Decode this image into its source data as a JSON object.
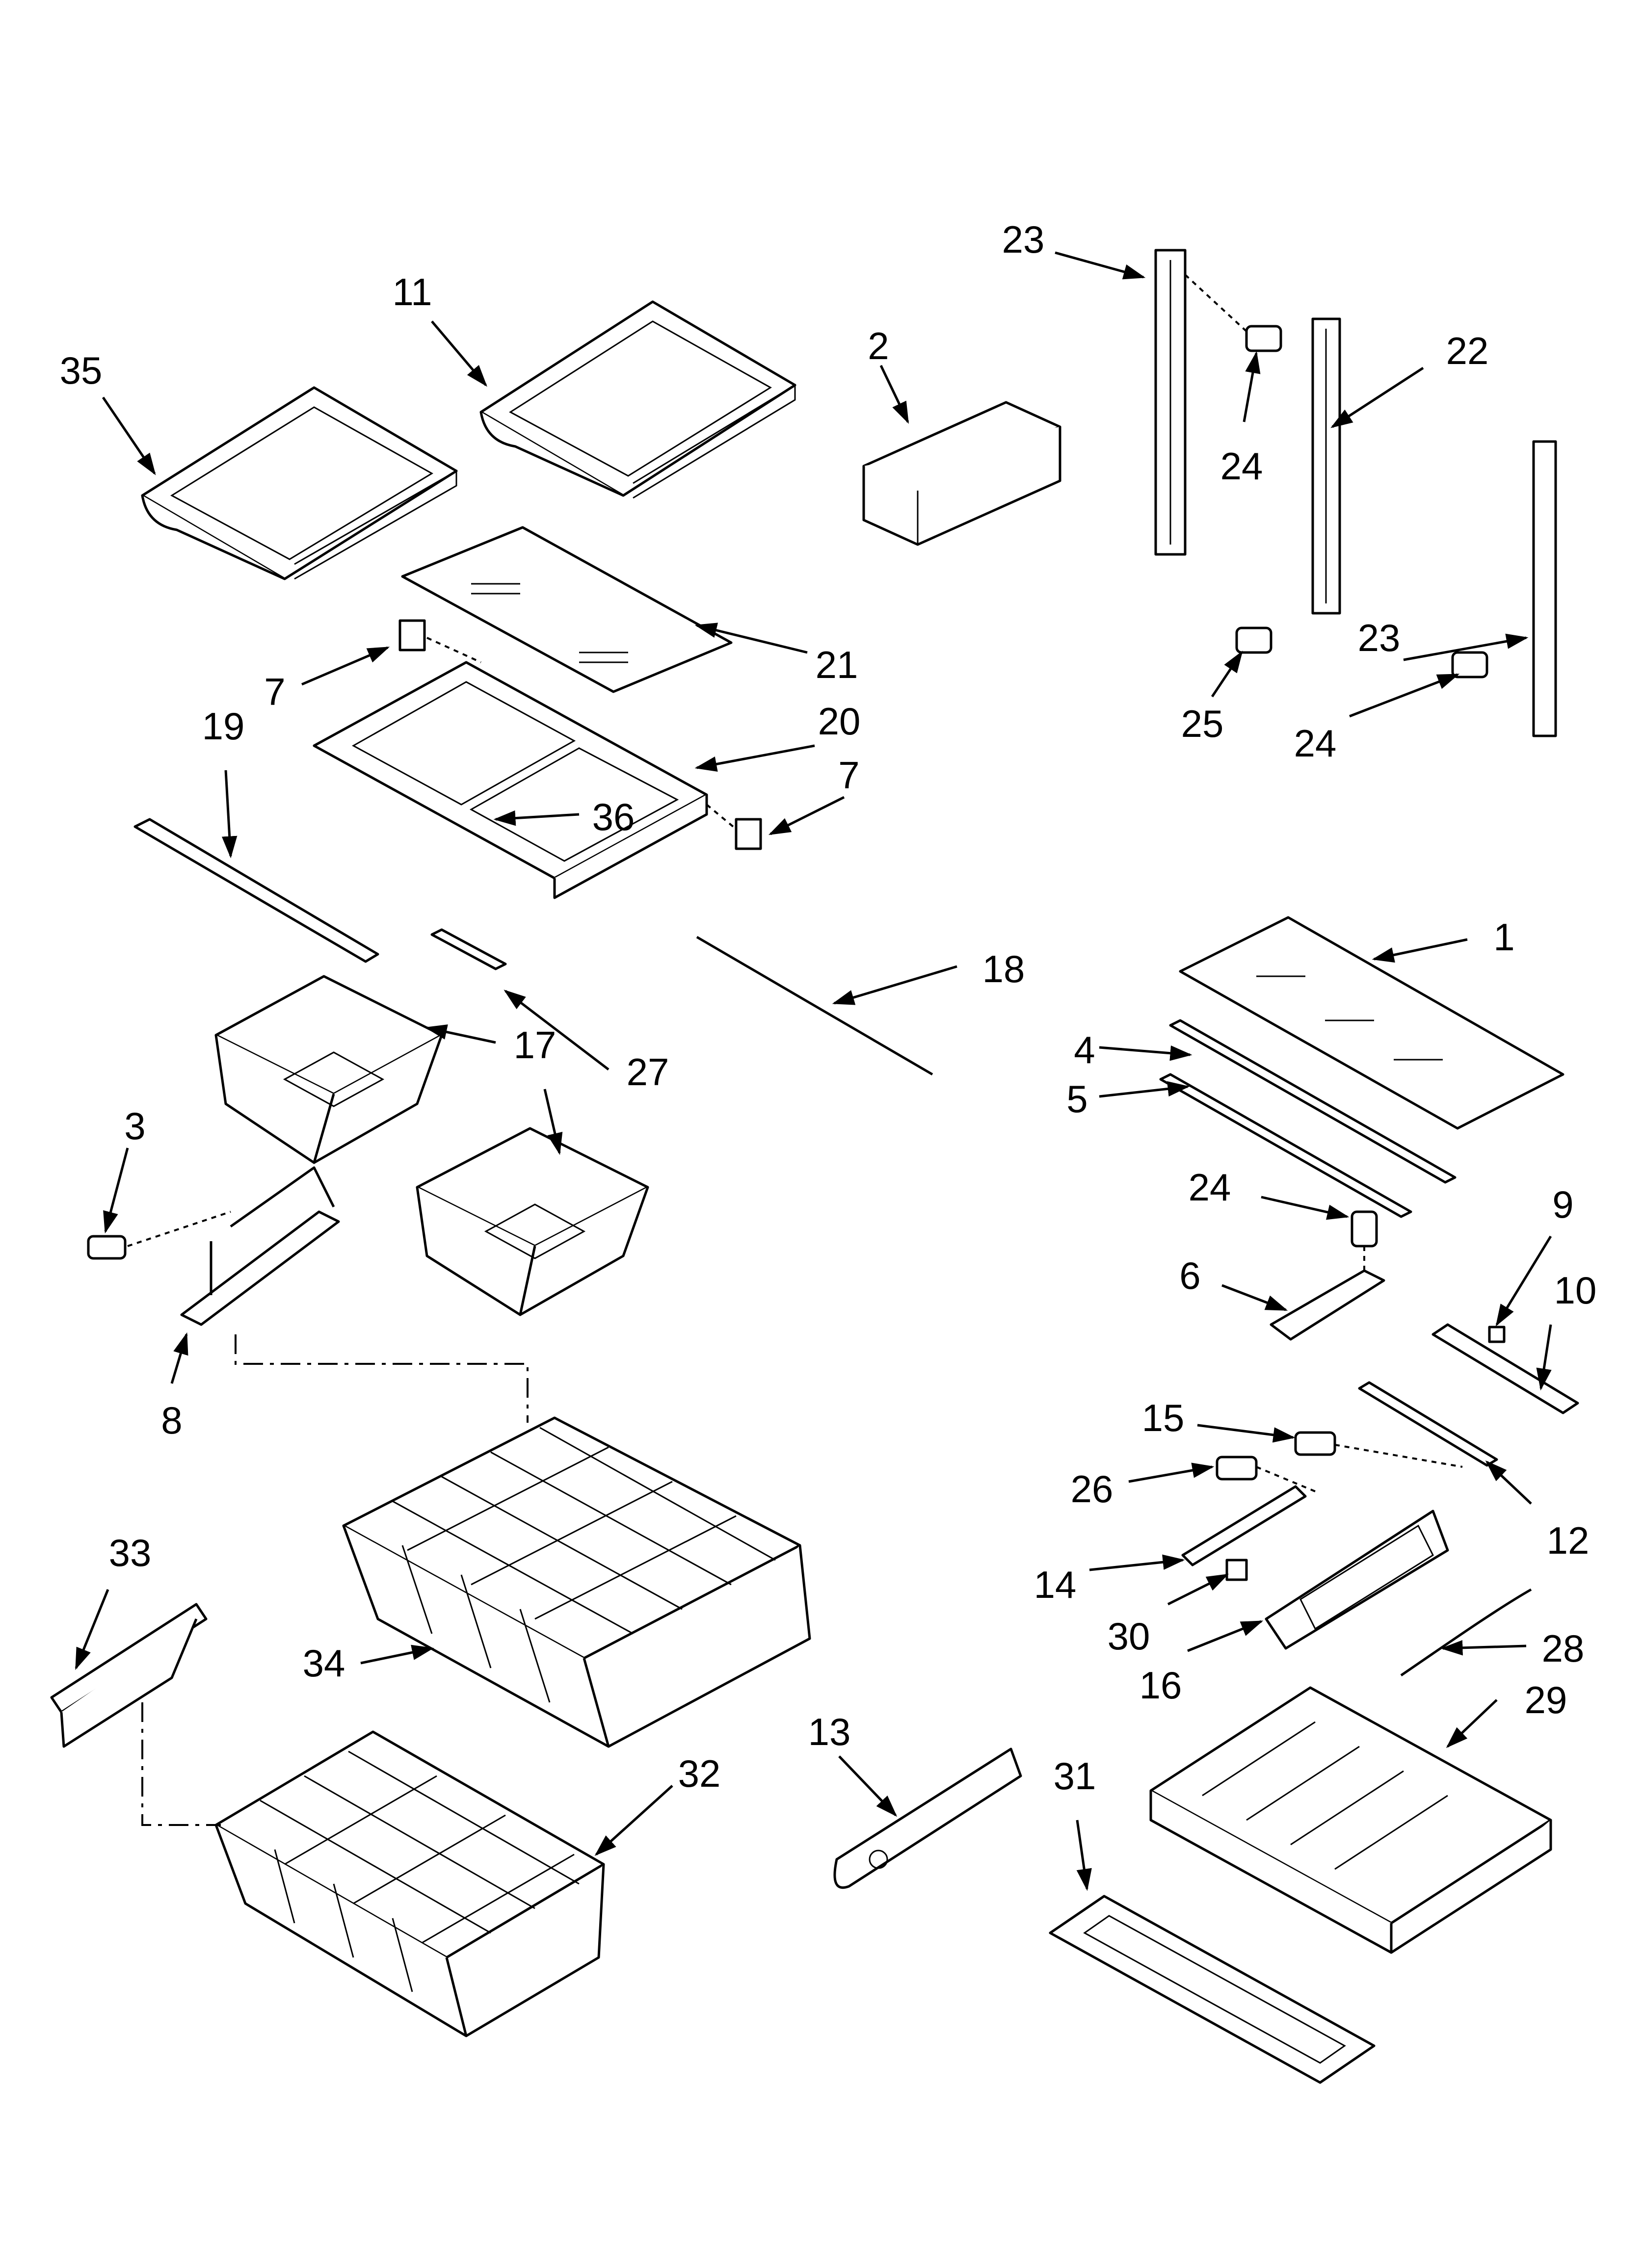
{
  "callouts": [
    "23",
    "11",
    "2",
    "22",
    "35",
    "24",
    "21",
    "7",
    "25",
    "23",
    "19",
    "20",
    "24",
    "7",
    "36",
    "18",
    "1",
    "17",
    "27",
    "4",
    "3",
    "5",
    "24",
    "9",
    "17",
    "6",
    "10",
    "8",
    "15",
    "26",
    "12",
    "14",
    "30",
    "28",
    "16",
    "29",
    "33",
    "34",
    "13",
    "31",
    "32"
  ],
  "colors": {
    "line": "#000000",
    "background": "#ffffff"
  }
}
